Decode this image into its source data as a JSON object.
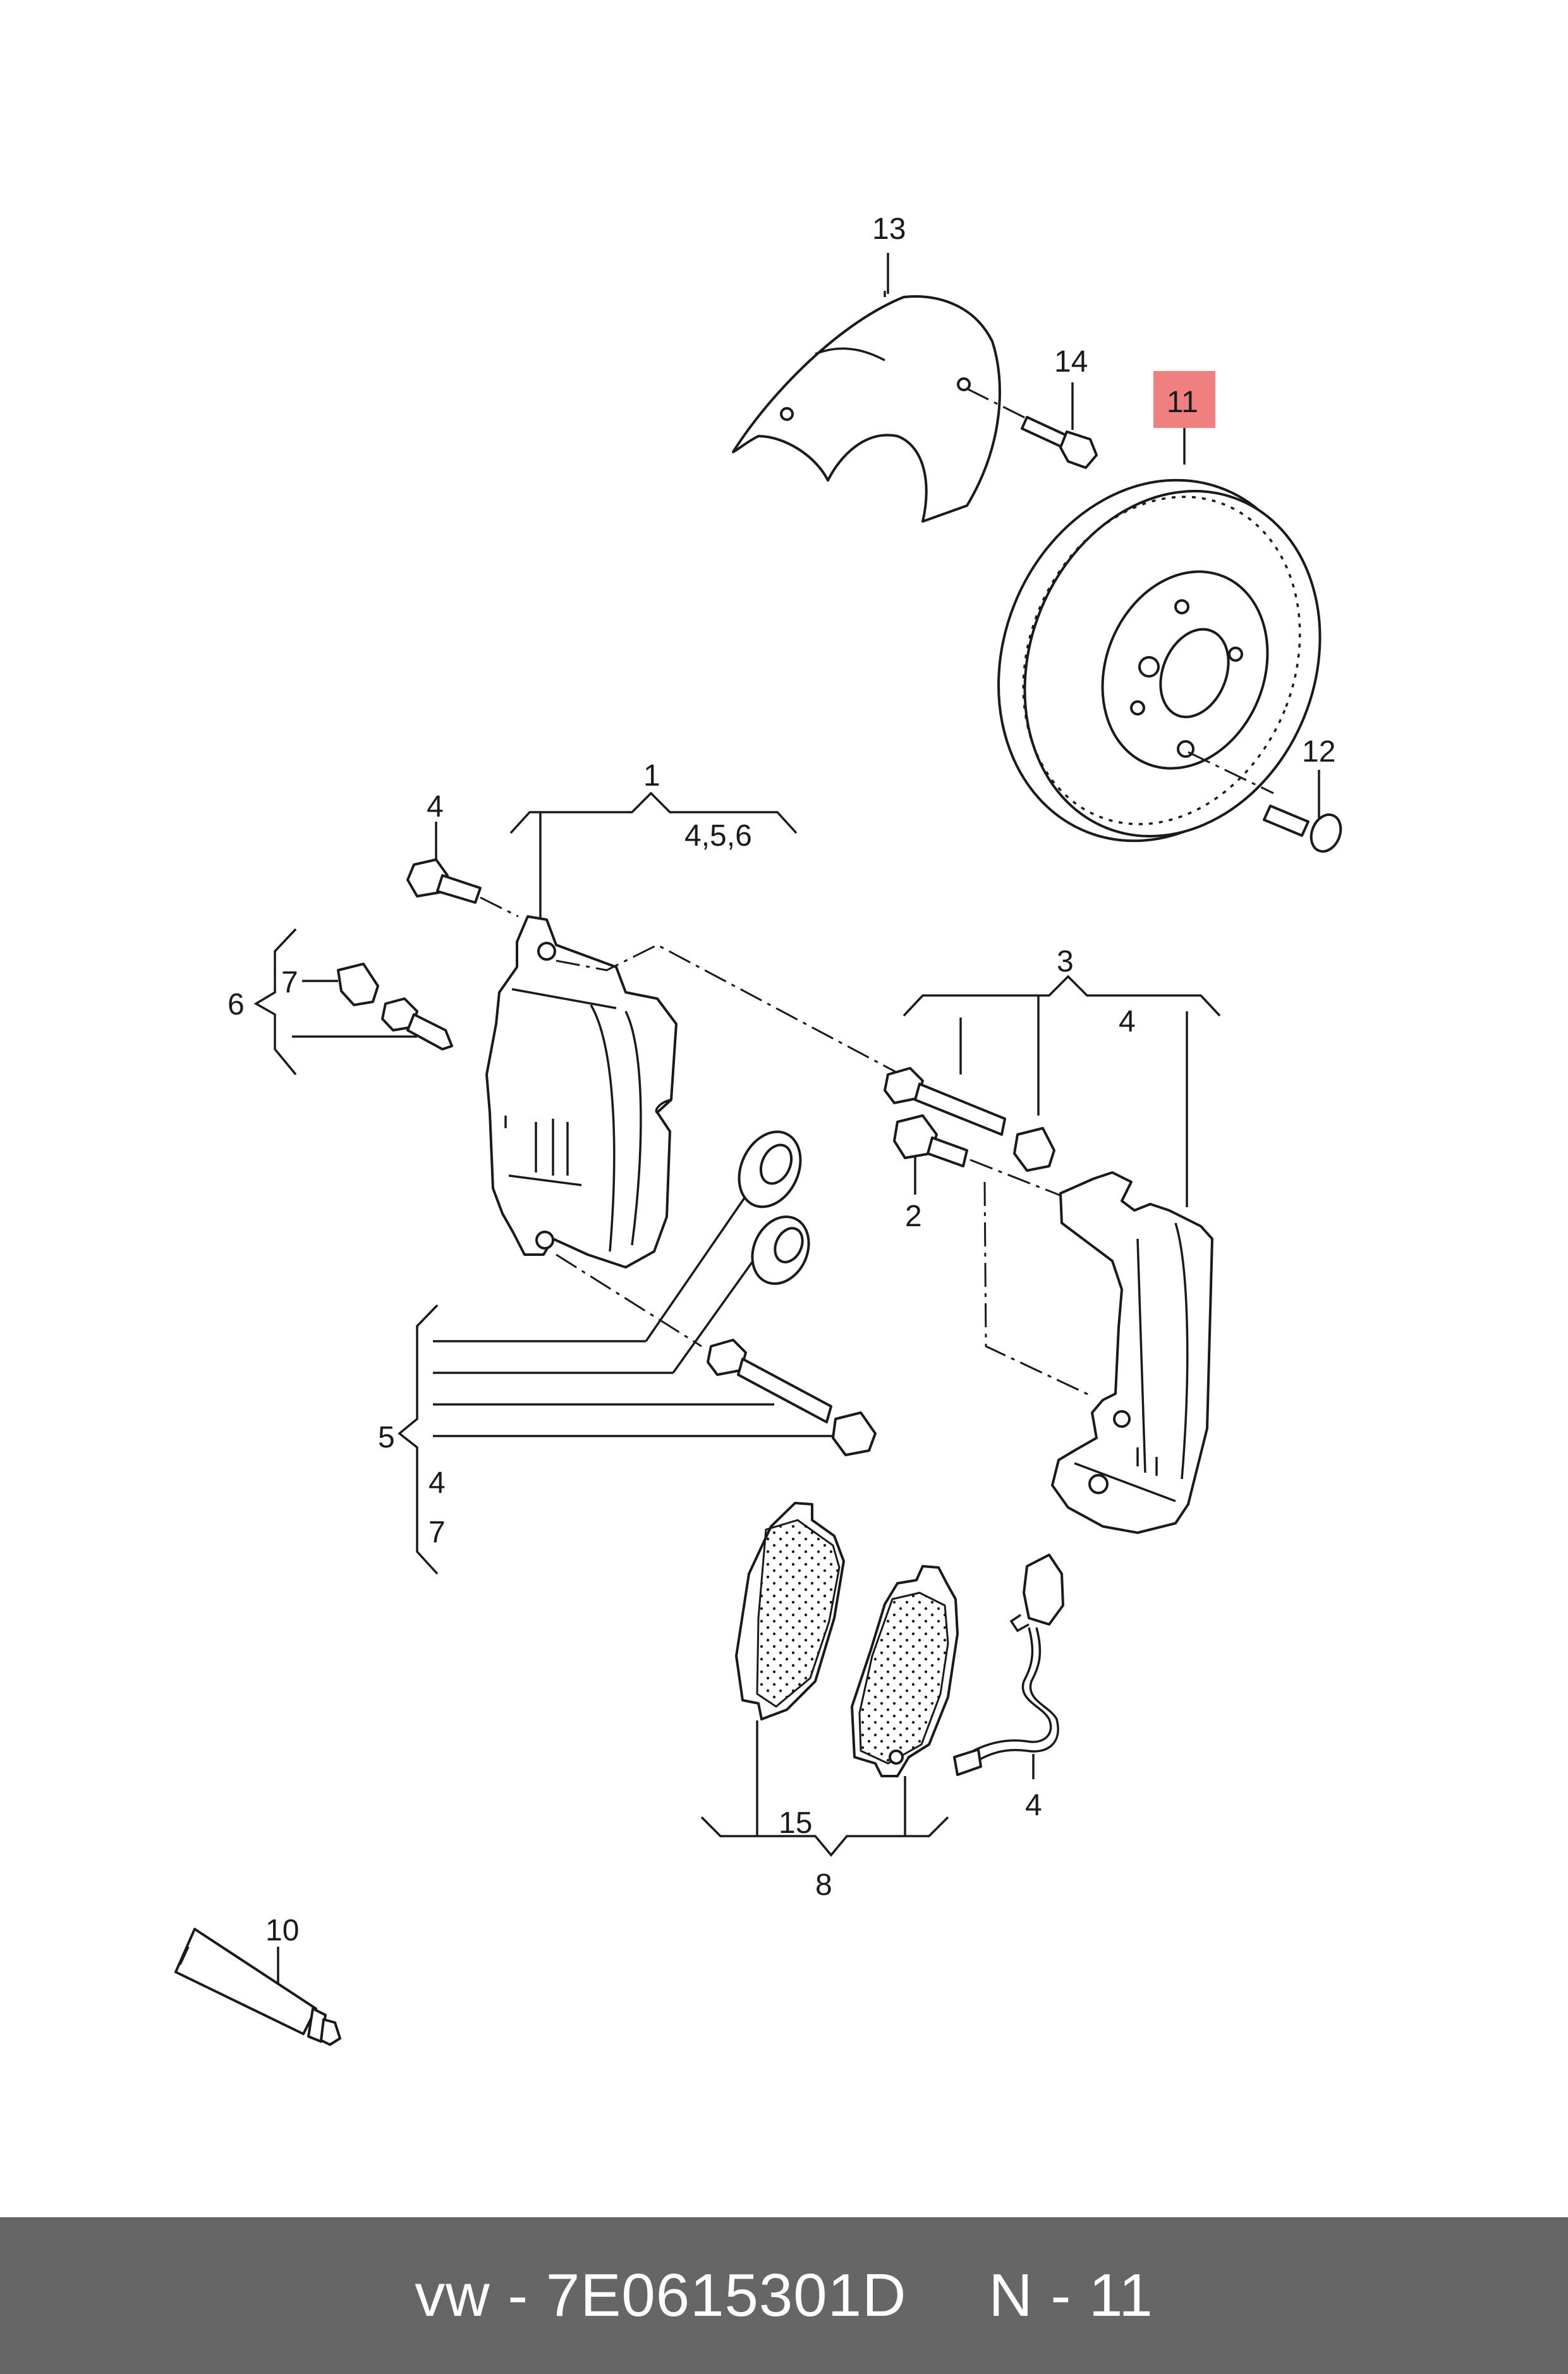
{
  "callouts": [
    {
      "id": "c13",
      "label": "13"
    },
    {
      "id": "c14",
      "label": "14"
    },
    {
      "id": "c11",
      "label": "11"
    },
    {
      "id": "c12",
      "label": "12"
    },
    {
      "id": "c1",
      "label": "1"
    },
    {
      "id": "c1sub",
      "label": "4,5,6"
    },
    {
      "id": "c4a",
      "label": "4"
    },
    {
      "id": "c6",
      "label": "6"
    },
    {
      "id": "c7a",
      "label": "7"
    },
    {
      "id": "c3",
      "label": "3"
    },
    {
      "id": "c4b",
      "label": "4"
    },
    {
      "id": "c2",
      "label": "2"
    },
    {
      "id": "c5",
      "label": "5"
    },
    {
      "id": "c4c",
      "label": "4"
    },
    {
      "id": "c7b",
      "label": "7"
    },
    {
      "id": "c8",
      "label": "8"
    },
    {
      "id": "c4d",
      "label": "4"
    },
    {
      "id": "c10",
      "label": "10"
    },
    {
      "id": "c15",
      "label": "15"
    }
  ],
  "highlight": {
    "label": "11",
    "color": "#f08080"
  },
  "footer": {
    "part_number": "vw - 7E0615301D",
    "position": "N - 11",
    "background": "#666666"
  }
}
